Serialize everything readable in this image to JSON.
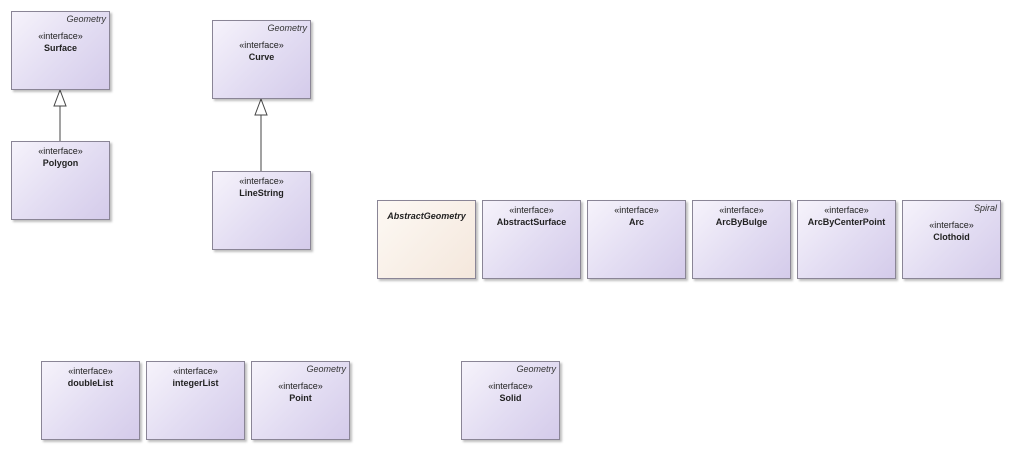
{
  "stereotype": "«interface»",
  "classes": {
    "surface": {
      "package": "Geometry",
      "name": "Surface"
    },
    "polygon": {
      "package": "",
      "name": "Polygon"
    },
    "curve": {
      "package": "Geometry",
      "name": "Curve"
    },
    "linestring": {
      "package": "",
      "name": "LineString"
    },
    "abstractgeometry": {
      "package": "",
      "name": "AbstractGeometry"
    },
    "abstractsurface": {
      "package": "",
      "name": "AbstractSurface"
    },
    "arc": {
      "package": "",
      "name": "Arc"
    },
    "arcbybulge": {
      "package": "",
      "name": "ArcByBulge"
    },
    "arcbycenterpoint": {
      "package": "",
      "name": "ArcByCenterPoint"
    },
    "clothoid": {
      "package": "Spiral",
      "name": "Clothoid"
    },
    "doublelist": {
      "package": "",
      "name": "doubleList"
    },
    "integerlist": {
      "package": "",
      "name": "integerList"
    },
    "point": {
      "package": "Geometry",
      "name": "Point"
    },
    "solid": {
      "package": "Geometry",
      "name": "Solid"
    }
  },
  "colors": {
    "interface_fill": "#e2dcf2",
    "abstract_fill": "#f4e7dc",
    "border": "#8a8596"
  }
}
